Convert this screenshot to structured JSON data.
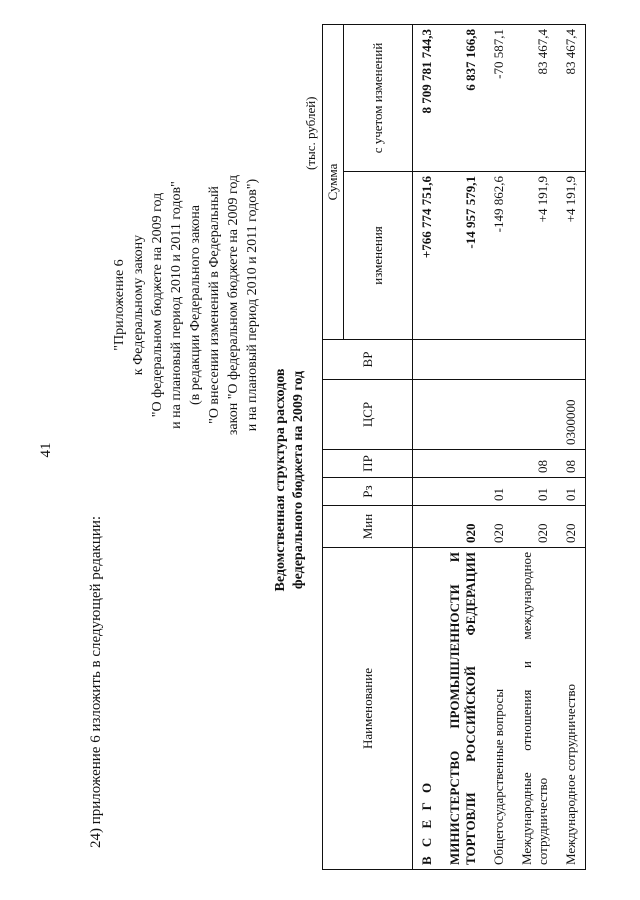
{
  "page_number": "41",
  "intro_text": "24) приложение 6 изложить в следующей редакции:",
  "appendix_lines": [
    "\"Приложение 6",
    "к Федеральному закону",
    "\"О федеральном бюджете на 2009 год",
    "и на плановый период 2010 и 2011 годов\"",
    "(в редакции Федерального закона",
    "\"О  внесении изменений в  Федеральный",
    "закон \"О федеральном бюджете на 2009 год",
    "и на плановый период 2010 и 2011 годов\")"
  ],
  "title_lines": [
    "Ведомственная структура расходов",
    "федерального бюджета на 2009 год"
  ],
  "units": "(тыс. рублей)",
  "table": {
    "headers": {
      "name": "Наименование",
      "min": "Мин",
      "rz": "Рз",
      "pr": "ПР",
      "csr": "ЦСР",
      "vr": "ВР",
      "sum": "Сумма",
      "change": "изменения",
      "with_change": "с учетом изменений"
    },
    "rows": [
      {
        "name": "В С Е Г О",
        "min": "",
        "rz": "",
        "pr": "",
        "csr": "",
        "vr": "",
        "change": "+766 774 751,6",
        "with_change": "8 709 781 744,3"
      },
      {
        "name": "МИНИСТЕРСТВО ПРОМЫШЛЕННОСТИ И ТОРГОВЛИ РОССИЙСКОЙ ФЕДЕРАЦИИ",
        "min": "020",
        "rz": "",
        "pr": "",
        "csr": "",
        "vr": "",
        "change": "-14 957 579,1",
        "with_change": "6 837 166,8"
      },
      {
        "name": "Общегосударственные вопросы",
        "min": "020",
        "rz": "01",
        "pr": "",
        "csr": "",
        "vr": "",
        "change": "-149 862,6",
        "with_change": "-70 587,1"
      },
      {
        "name": "Международные отношения и международное сотрудничество",
        "min": "020",
        "rz": "01",
        "pr": "08",
        "csr": "",
        "vr": "",
        "change": "+4 191,9",
        "with_change": "83 467,4"
      },
      {
        "name": "Международное сотрудничество",
        "min": "020",
        "rz": "01",
        "pr": "08",
        "csr": "0300000",
        "vr": "",
        "change": "+4 191,9",
        "with_change": "83 467,4"
      }
    ]
  }
}
